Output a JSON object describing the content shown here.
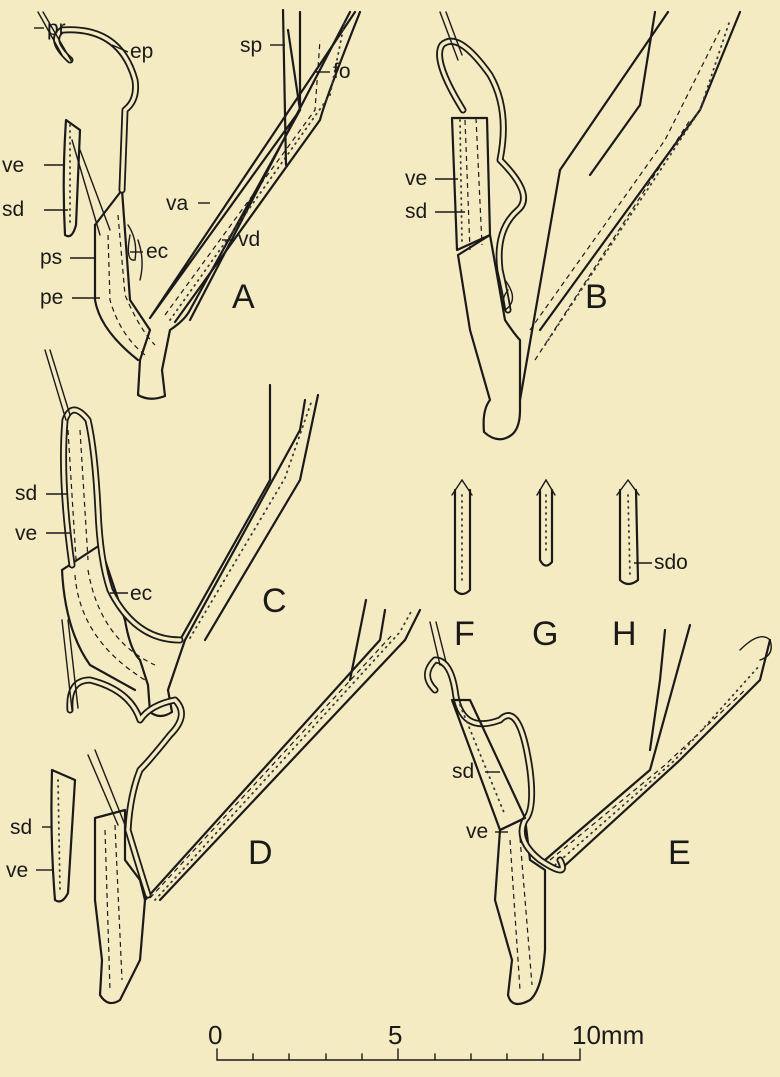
{
  "figure": {
    "panels": [
      {
        "id": "A",
        "letter": "A",
        "labels": [
          "pr",
          "ep",
          "ve",
          "sd",
          "ps",
          "pe",
          "ec",
          "sp",
          "fo",
          "va",
          "vd"
        ]
      },
      {
        "id": "B",
        "letter": "B",
        "labels": [
          "ve",
          "sd"
        ]
      },
      {
        "id": "C",
        "letter": "C",
        "labels": [
          "sd",
          "ve",
          "ec"
        ]
      },
      {
        "id": "D",
        "letter": "D",
        "labels": [
          "sd",
          "ve"
        ]
      },
      {
        "id": "E",
        "letter": "E",
        "labels": [
          "sd",
          "ve"
        ]
      },
      {
        "id": "F",
        "letter": "F",
        "labels": []
      },
      {
        "id": "G",
        "letter": "G",
        "labels": []
      },
      {
        "id": "H",
        "letter": "H",
        "labels": [
          "sdo"
        ]
      }
    ],
    "scale_bar": {
      "labels": [
        "0",
        "5",
        "10mm"
      ]
    }
  },
  "colors": {
    "background": "#f5ebc2",
    "ink": "#1a1a1a"
  }
}
